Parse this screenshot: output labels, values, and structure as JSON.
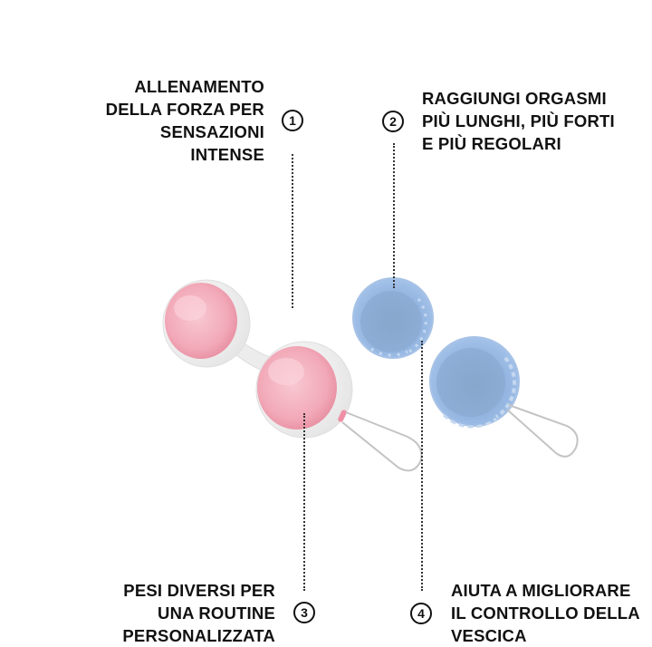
{
  "features": [
    {
      "number": "1",
      "lines": [
        "ALLENAMENTO",
        "DELLA FORZA PER",
        "SENSAZIONI",
        "INTENSE"
      ]
    },
    {
      "number": "2",
      "lines": [
        "RAGGIUNGI ORGASMI",
        "PIÙ LUNGHI, PIÙ FORTI",
        "E PIÙ REGOLARI"
      ]
    },
    {
      "number": "3",
      "lines": [
        "PESI DIVERSI PER",
        "UNA ROUTINE",
        "PERSONALIZZATA"
      ]
    },
    {
      "number": "4",
      "lines": [
        "AIUTA A MIGLIORARE",
        "IL CONTROLLO DELLA",
        "VESCICA"
      ]
    }
  ],
  "product": {
    "pink_color": "#f2a9b8",
    "blue_color": "#8fb3e0",
    "frame_color": "#f4f4f4",
    "string_color": "#bdbdbd"
  }
}
